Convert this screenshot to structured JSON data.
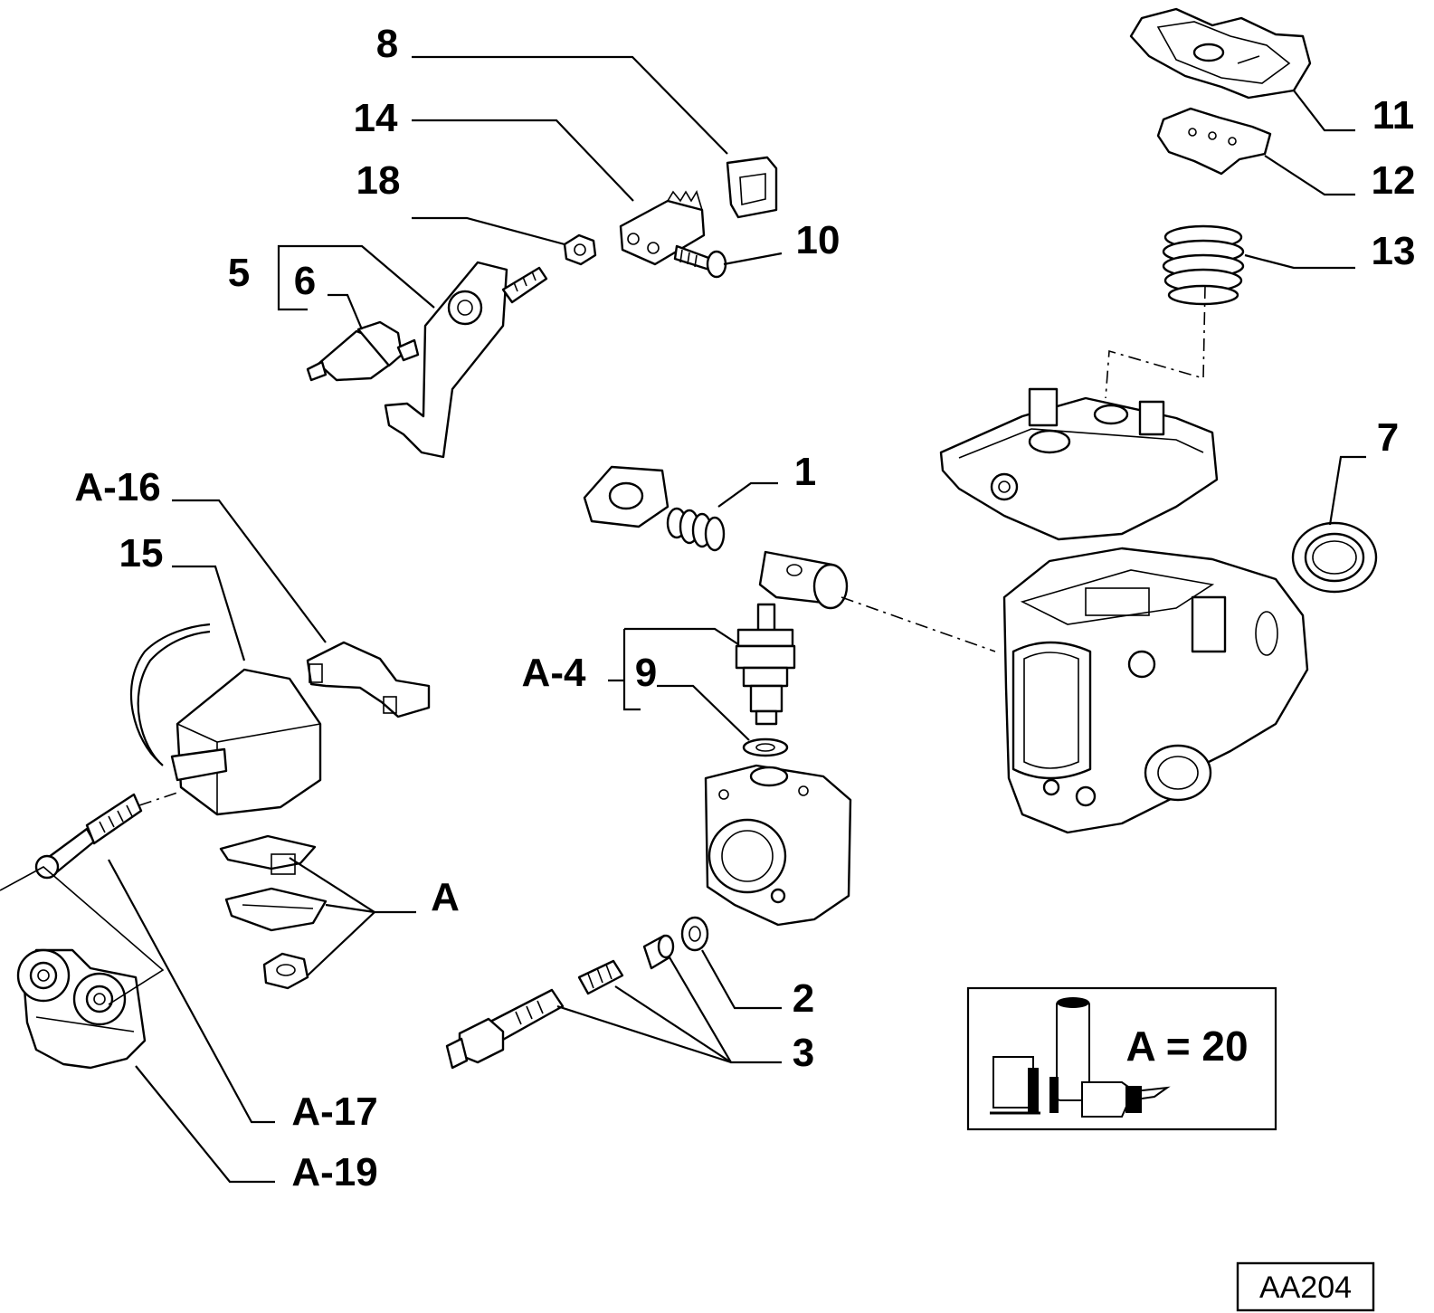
{
  "labels": {
    "l8": "8",
    "l14": "14",
    "l18": "18",
    "l10": "10",
    "l5": "5",
    "l6": "6",
    "l11": "11",
    "l12": "12",
    "l13": "13",
    "l7": "7",
    "l1": "1",
    "lA16": "A-16",
    "l15": "15",
    "lA4": "A-4",
    "l9": "9",
    "lA": "A",
    "l2": "2",
    "l3": "3",
    "lA17": "A-17",
    "lA19": "A-19"
  },
  "legend": {
    "text": "A = 20",
    "icon": "grease-tube-icon"
  },
  "reference_code": "AA204"
}
